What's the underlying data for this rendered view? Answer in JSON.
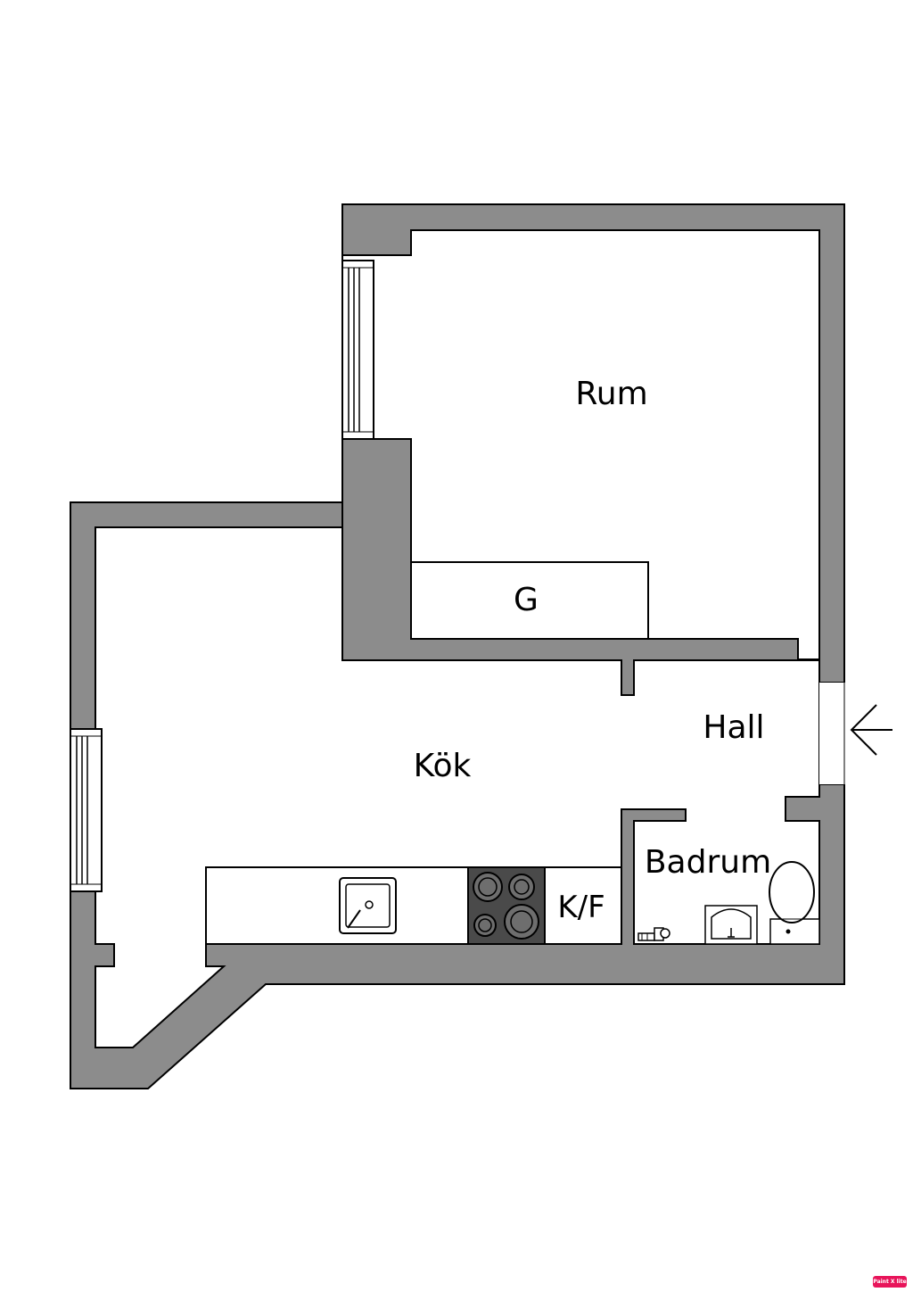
{
  "rooms": {
    "rum": "Rum",
    "garderob": "G",
    "kok": "Kök",
    "hall": "Hall",
    "badrum": "Badrum"
  },
  "appliances": {
    "kyl_frys": "K/F"
  },
  "watermark": "Paint X lite",
  "colors": {
    "wall": "#8c8c8c",
    "outline": "#000000",
    "floor": "#ffffff",
    "stove": "#4a4a4a",
    "badge": "#e8145a"
  },
  "icons": [
    "window-icon",
    "sink-icon",
    "stove-icon",
    "toilet-icon",
    "washbasin-icon",
    "faucet-icon",
    "entrance-arrow-icon"
  ]
}
